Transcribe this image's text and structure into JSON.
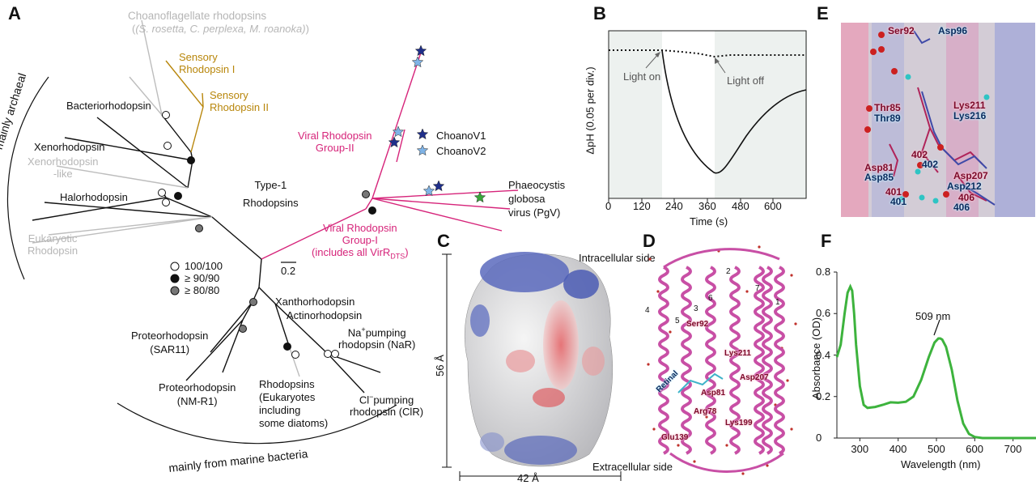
{
  "panels": {
    "A": "A",
    "B": "B",
    "C": "C",
    "D": "D",
    "E": "E",
    "F": "F"
  },
  "treeA": {
    "choano_title": "Choanoflagellate rhodopsins",
    "choano_species": "(S. rosetta, C. perplexa, M. roanoka)",
    "sensory1": "Sensory\nRhodopsin I",
    "sensory2": "Sensory\nRhodopsin II",
    "bacteriorhodopsin": "Bacteriorhodopsin",
    "xenorhodopsin": "Xenorhodopsin",
    "xenolike": "Xenorhodopsin\n-like",
    "halorhodopsin": "Halorhodopsin",
    "eukaryotic": "Eukaryotic\nRhodopsin",
    "type1": "Type-1\nRhodopsins",
    "viral2": "Viral Rhodopsin\nGroup-II",
    "viral1_line1": "Viral Rhodopsin",
    "viral1_line2": "Group-I",
    "viral1_line3_pre": "(includes all VirR",
    "viral1_line3_sub": "DTS",
    "viral1_line3_post": ")",
    "choanov1": "ChoanoV1",
    "choanov2": "ChoanoV2",
    "pgv": "Phaeocystis\nglobosa\nvirus (PgV)",
    "scale": "0.2",
    "support_legend": [
      "100/100",
      "≥ 90/90",
      "≥ 80/80"
    ],
    "mainly_archaeal": "mainly archaeal",
    "mainly_marine": "mainly from marine bacteria",
    "xantho": "Xanthorhodopsin",
    "actino": "Actinorhodopsin",
    "na_pre": "Na",
    "na_sup": "+",
    "na_post": "pumping\nrhodopsin (NaR)",
    "pr_sar11": "Proteorhodopsin\n(SAR11)",
    "pr_nmr1": "Proteorhodopsin\n(NM-R1)",
    "rhodo_euk": "Rhodopsins\n(Eukaryotes\nincluding\nsome diatoms)",
    "cl_pre": "Cl",
    "cl_sup": "−",
    "cl_post": "pumping\nrhodopsin (ClR)",
    "colors": {
      "black": "#111111",
      "grey": "#bdbdbd",
      "gold": "#b8860b",
      "pink": "#d6247a",
      "star_dark": "#1f2f8a",
      "star_light": "#7fb3e6",
      "star_green": "#3aa63a"
    }
  },
  "panelB": {
    "ylabel": "ΔpH (0.05 per div.)",
    "xlabel": "Time (s)",
    "ticks": [
      "0",
      "120",
      "240",
      "360",
      "480",
      "600"
    ],
    "light_on": "Light on",
    "light_off": "Light off"
  },
  "panelC": {
    "intracellular": "Intracellular side",
    "extracellular": "Extracellular side",
    "height": "56 Å",
    "width": "42 Å"
  },
  "panelD": {
    "helix_numbers": [
      "1",
      "2",
      "3",
      "4",
      "5",
      "6",
      "7"
    ],
    "residues": [
      "Ser92",
      "Lys211",
      "Asp207",
      "Retinal",
      "Asp81",
      "Arg78",
      "Lys199",
      "Glu139"
    ]
  },
  "panelE": {
    "labels_pink": [
      "Ser92",
      "Thr85",
      "Lys211",
      "Asp81",
      "Asp207",
      "401",
      "402"
    ],
    "labels_blue": [
      "Asp96",
      "Thr89",
      "Lys216",
      "Asp85",
      "Asp212",
      "401",
      "406"
    ],
    "labels_misc": [
      "402",
      "406"
    ]
  },
  "chart_data": {
    "type": "line",
    "title": "",
    "xlabel": "Wavelength (nm)",
    "ylabel": "Absorbance (OD)",
    "xlim": [
      240,
      760
    ],
    "ylim": [
      0,
      0.8
    ],
    "xticks": [
      300,
      400,
      500,
      600,
      700
    ],
    "yticks": [
      0,
      0.2,
      0.4,
      0.6,
      0.8
    ],
    "annotation": "509 nm",
    "series": [
      {
        "color": "#3db33d",
        "x": [
          240,
          250,
          260,
          268,
          275,
          280,
          285,
          290,
          300,
          310,
          320,
          340,
          360,
          380,
          400,
          420,
          440,
          460,
          480,
          495,
          505,
          510,
          515,
          525,
          540,
          555,
          570,
          585,
          600,
          620,
          650,
          700,
          760
        ],
        "y": [
          0.39,
          0.45,
          0.6,
          0.7,
          0.73,
          0.71,
          0.6,
          0.45,
          0.25,
          0.16,
          0.145,
          0.15,
          0.16,
          0.172,
          0.17,
          0.175,
          0.2,
          0.28,
          0.39,
          0.46,
          0.48,
          0.48,
          0.475,
          0.44,
          0.33,
          0.18,
          0.07,
          0.02,
          0.005,
          0,
          0,
          0,
          0
        ]
      }
    ]
  }
}
